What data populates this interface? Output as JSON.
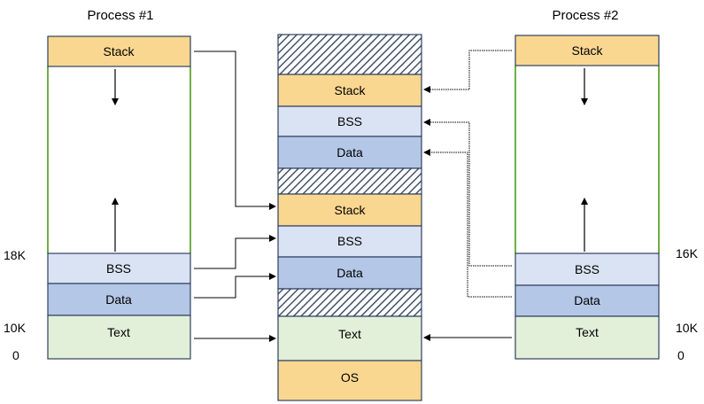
{
  "process1": {
    "title": "Process #1",
    "stack": "Stack",
    "bss": "BSS",
    "data": "Data",
    "text": "Text",
    "addr_top": "18K",
    "addr_mid": "10K",
    "addr_bottom": "0"
  },
  "process2": {
    "title": "Process #2",
    "stack": "Stack",
    "bss": "BSS",
    "data": "Data",
    "text": "Text",
    "addr_top": "16K",
    "addr_mid": "10K",
    "addr_bottom": "0"
  },
  "physical": {
    "stack_a": "Stack",
    "bss_a": "BSS",
    "data_a": "Data",
    "stack_b": "Stack",
    "bss_b": "BSS",
    "data_b": "Data",
    "text": "Text",
    "os": "OS"
  },
  "colors": {
    "stack": "#FAD790",
    "bss": "#DAE3F3",
    "data": "#B4C7E7",
    "text": "#E2F0D9",
    "os": "#FAD790",
    "border": "#2F3F5F",
    "green_edge": "#70AD47"
  }
}
